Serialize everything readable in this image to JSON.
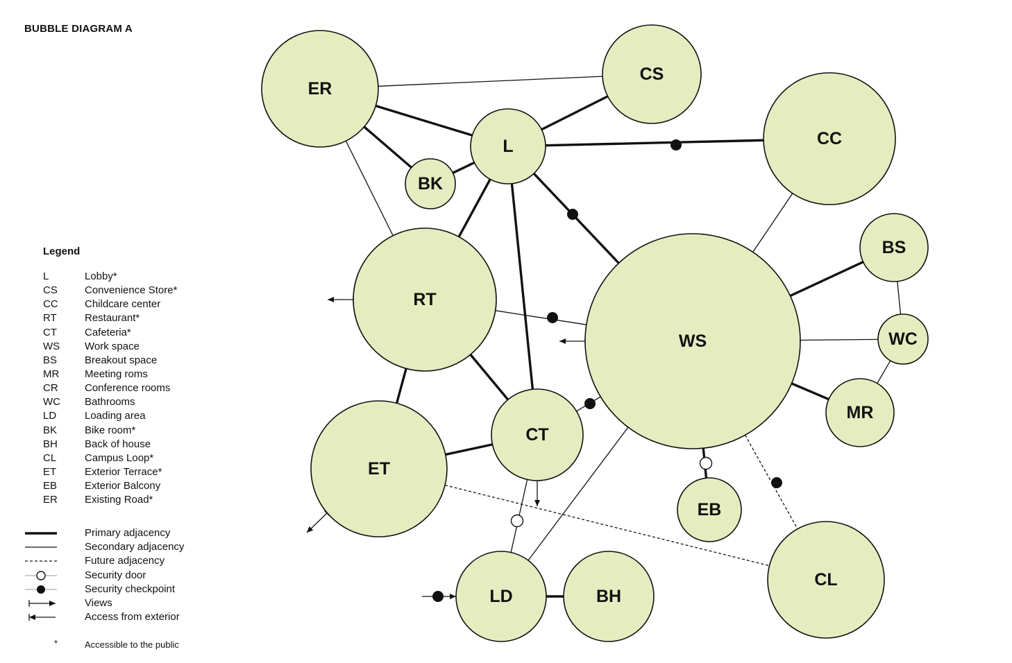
{
  "title": "BUBBLE DIAGRAM A",
  "legend": {
    "title": "Legend",
    "spaces": [
      {
        "abbr": "L",
        "name": "Lobby*"
      },
      {
        "abbr": "CS",
        "name": "Convenience Store*"
      },
      {
        "abbr": "CC",
        "name": "Childcare center"
      },
      {
        "abbr": "RT",
        "name": "Restaurant*"
      },
      {
        "abbr": "CT",
        "name": "Cafeteria*"
      },
      {
        "abbr": "WS",
        "name": "Work space"
      },
      {
        "abbr": "BS",
        "name": "Breakout space"
      },
      {
        "abbr": "MR",
        "name": "Meeting roms"
      },
      {
        "abbr": "CR",
        "name": "Conference rooms"
      },
      {
        "abbr": "WC",
        "name": "Bathrooms"
      },
      {
        "abbr": "LD",
        "name": "Loading area"
      },
      {
        "abbr": "BK",
        "name": "Bike room*"
      },
      {
        "abbr": "BH",
        "name": "Back of house"
      },
      {
        "abbr": "CL",
        "name": "Campus Loop*"
      },
      {
        "abbr": "ET",
        "name": "Exterior Terrace*"
      },
      {
        "abbr": "EB",
        "name": "Exterior Balcony"
      },
      {
        "abbr": "ER",
        "name": "Existing Road*"
      }
    ],
    "keys": [
      {
        "name": "Primary adjacency",
        "symbol": "primary-line"
      },
      {
        "name": "Secondary adjacency",
        "symbol": "secondary-line"
      },
      {
        "name": "Future adjacency",
        "symbol": "dashed-line"
      },
      {
        "name": "Security door",
        "symbol": "open-circle"
      },
      {
        "name": "Security checkpoint",
        "symbol": "filled-circle"
      },
      {
        "name": "Views",
        "symbol": "view-arrow"
      },
      {
        "name": "Access from exterior",
        "symbol": "access-arrow"
      }
    ],
    "public_mark": "*",
    "public_note": "Accessible to the public"
  },
  "bubbles": [
    {
      "id": "ER",
      "label": "ER"
    },
    {
      "id": "CS",
      "label": "CS"
    },
    {
      "id": "CC",
      "label": "CC"
    },
    {
      "id": "L",
      "label": "L"
    },
    {
      "id": "BK",
      "label": "BK"
    },
    {
      "id": "RT",
      "label": "RT"
    },
    {
      "id": "WS",
      "label": "WS"
    },
    {
      "id": "BS",
      "label": "BS"
    },
    {
      "id": "WC",
      "label": "WC"
    },
    {
      "id": "MR",
      "label": "MR"
    },
    {
      "id": "CT",
      "label": "CT"
    },
    {
      "id": "ET",
      "label": "ET"
    },
    {
      "id": "EB",
      "label": "EB"
    },
    {
      "id": "CL",
      "label": "CL"
    },
    {
      "id": "LD",
      "label": "LD"
    },
    {
      "id": "BH",
      "label": "BH"
    }
  ],
  "connections": [
    {
      "from": "ER",
      "to": "CS",
      "type": "secondary"
    },
    {
      "from": "ER",
      "to": "L",
      "type": "primary"
    },
    {
      "from": "ER",
      "to": "BK",
      "type": "primary"
    },
    {
      "from": "ER",
      "to": "RT",
      "type": "secondary"
    },
    {
      "from": "CS",
      "to": "L",
      "type": "primary"
    },
    {
      "from": "L",
      "to": "BK",
      "type": "primary"
    },
    {
      "from": "L",
      "to": "CC",
      "type": "primary",
      "marker": "checkpoint"
    },
    {
      "from": "L",
      "to": "WS",
      "type": "primary",
      "marker": "checkpoint"
    },
    {
      "from": "L",
      "to": "RT",
      "type": "primary"
    },
    {
      "from": "L",
      "to": "CT",
      "type": "primary"
    },
    {
      "from": "CC",
      "to": "WS",
      "type": "secondary"
    },
    {
      "from": "RT",
      "to": "WS",
      "type": "secondary",
      "marker": "checkpoint"
    },
    {
      "from": "RT",
      "to": "CT",
      "type": "primary"
    },
    {
      "from": "RT",
      "to": "ET",
      "type": "primary"
    },
    {
      "from": "WS",
      "to": "BS",
      "type": "primary"
    },
    {
      "from": "WS",
      "to": "WC",
      "type": "secondary"
    },
    {
      "from": "WS",
      "to": "MR",
      "type": "primary"
    },
    {
      "from": "WS",
      "to": "CT",
      "type": "secondary",
      "marker": "checkpoint"
    },
    {
      "from": "WS",
      "to": "EB",
      "type": "primary",
      "marker": "door"
    },
    {
      "from": "WS",
      "to": "CL",
      "type": "future",
      "marker": "checkpoint"
    },
    {
      "from": "WS",
      "to": "LD",
      "type": "secondary"
    },
    {
      "from": "BS",
      "to": "WC",
      "type": "secondary"
    },
    {
      "from": "WC",
      "to": "MR",
      "type": "secondary"
    },
    {
      "from": "CT",
      "to": "ET",
      "type": "primary"
    },
    {
      "from": "CT",
      "to": "LD",
      "type": "secondary",
      "marker": "door"
    },
    {
      "from": "ET",
      "to": "CL",
      "type": "future"
    },
    {
      "from": "LD",
      "to": "BH",
      "type": "primary"
    }
  ],
  "exterior_arrows": [
    {
      "at": "RT",
      "kind": "view"
    },
    {
      "at": "WS",
      "kind": "view"
    },
    {
      "at": "ET",
      "kind": "view"
    },
    {
      "at": "CT",
      "kind": "view"
    },
    {
      "at": "LD",
      "kind": "access",
      "marker": "checkpoint"
    }
  ]
}
